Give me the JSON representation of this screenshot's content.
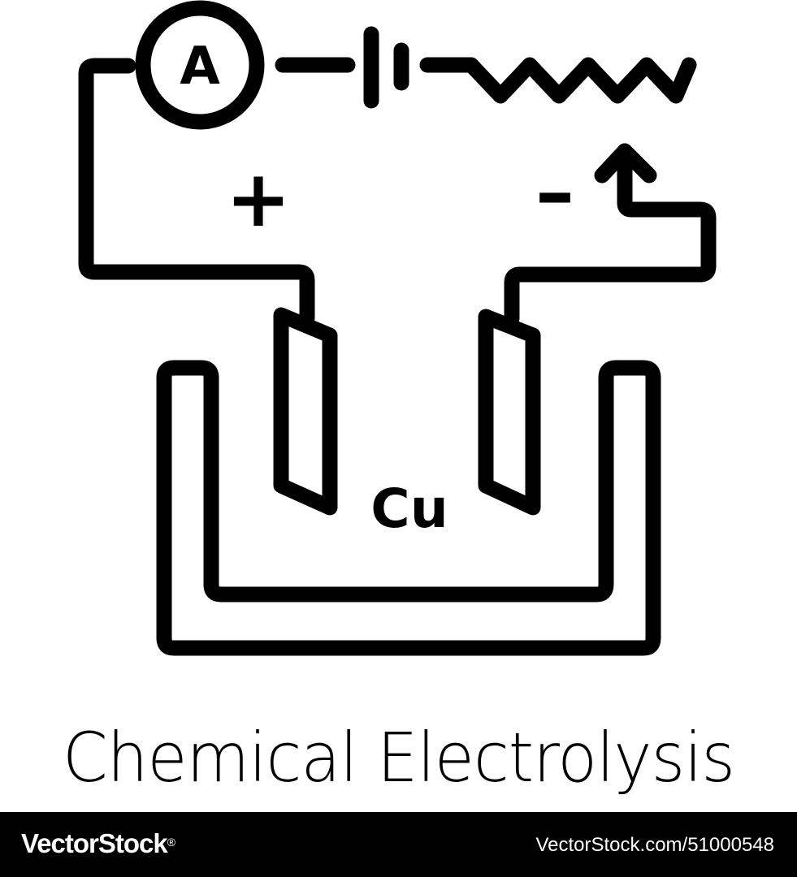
{
  "icon": {
    "ammeter_label": "A",
    "positive_sign": "+",
    "negative_sign": "–",
    "element_symbol": "Cu"
  },
  "caption": "Chemical Electrolysis",
  "footer": {
    "brand": "VectorStock",
    "brand_mark": "®",
    "image_id": "VectorStock.com/51000548"
  },
  "colors": {
    "ink": "#000000",
    "background": "#ffffff",
    "footer_background": "#000000",
    "footer_text": "#ffffff"
  }
}
